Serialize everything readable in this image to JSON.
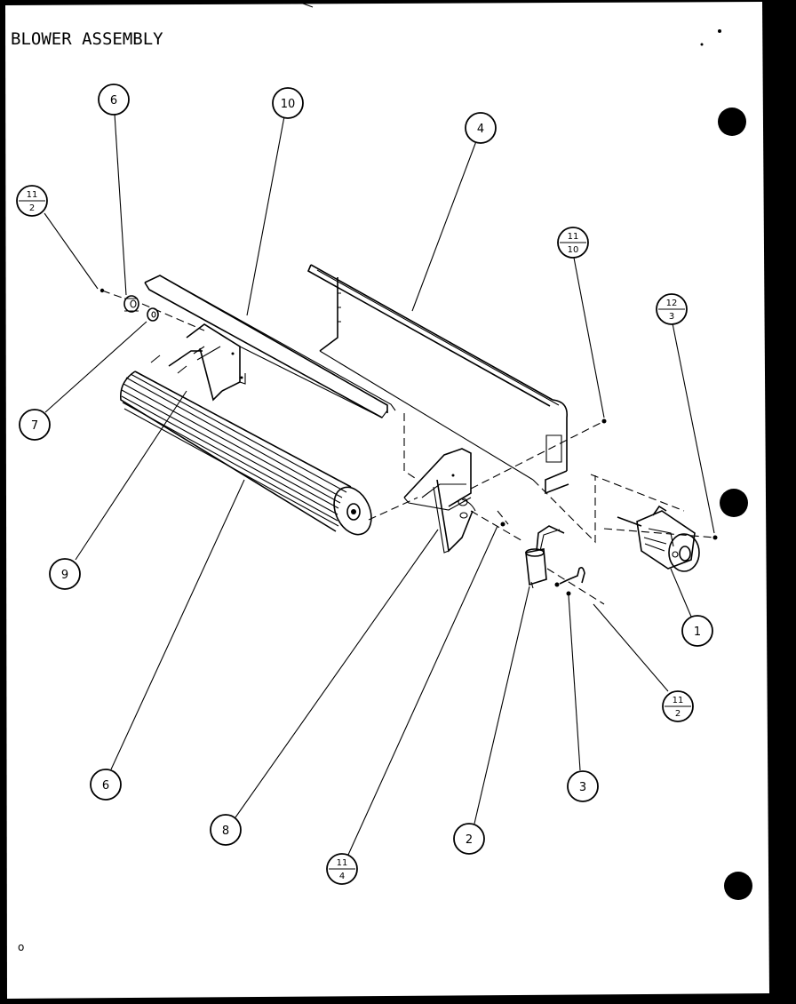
{
  "title": "BLOWER ASSEMBLY",
  "corner_mark": "o",
  "callouts": [
    {
      "id": "c-6-top",
      "type": "single",
      "label": "6"
    },
    {
      "id": "c-10",
      "type": "single",
      "label": "10"
    },
    {
      "id": "c-4",
      "type": "single",
      "label": "4"
    },
    {
      "id": "c-11-2-left",
      "type": "fraction",
      "top": "11",
      "bottom": "2"
    },
    {
      "id": "c-11-10",
      "type": "fraction",
      "top": "11",
      "bottom": "10"
    },
    {
      "id": "c-12-3",
      "type": "fraction",
      "top": "12",
      "bottom": "3"
    },
    {
      "id": "c-7",
      "type": "single",
      "label": "7"
    },
    {
      "id": "c-9",
      "type": "single",
      "label": "9"
    },
    {
      "id": "c-1",
      "type": "single",
      "label": "1"
    },
    {
      "id": "c-11-2-right",
      "type": "fraction",
      "top": "11",
      "bottom": "2"
    },
    {
      "id": "c-6-bottom",
      "type": "single",
      "label": "6"
    },
    {
      "id": "c-3",
      "type": "single",
      "label": "3"
    },
    {
      "id": "c-8",
      "type": "single",
      "label": "8"
    },
    {
      "id": "c-2",
      "type": "single",
      "label": "2"
    },
    {
      "id": "c-11-4",
      "type": "fraction",
      "top": "11",
      "bottom": "4"
    }
  ]
}
